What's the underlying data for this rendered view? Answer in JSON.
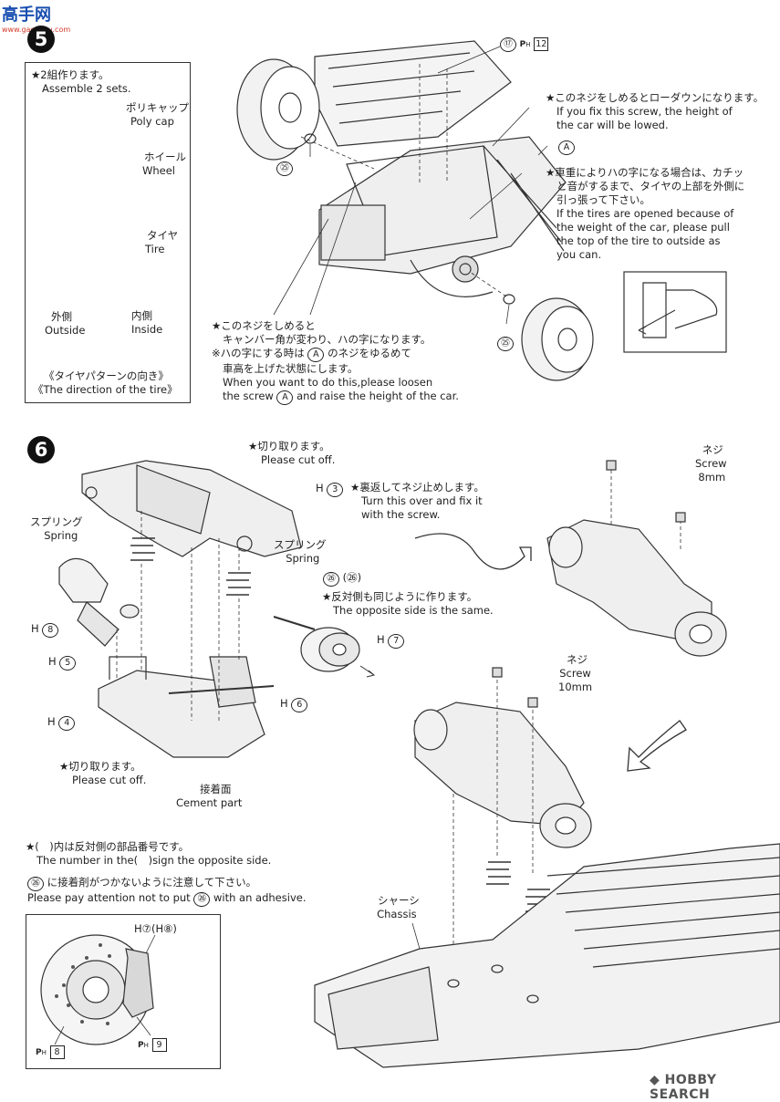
{
  "watermark_top": {
    "text": "高手网",
    "sub": "www.gaoshou.com"
  },
  "watermark_bottom": {
    "text": "HOBBY SEARCH"
  },
  "step5": {
    "number": "5",
    "assemble": [
      "★2組作ります。",
      "Assemble 2 sets."
    ],
    "polycap": [
      "ポリキャップ",
      "Poly cap"
    ],
    "wheel": [
      "ホイール",
      "Wheel"
    ],
    "tire": [
      "タイヤ",
      "Tire"
    ],
    "outside": [
      "外側",
      "Outside"
    ],
    "inside": [
      "内側",
      "Inside"
    ],
    "direction": [
      "《タイヤパターンの向き》",
      "《The direction of the tire》"
    ],
    "part17": "⑰",
    "part17_ref": "12",
    "partA": "A",
    "part25": "㉕",
    "screw_lower": [
      "★このネジをしめるとローダウンになります。",
      "If you fix this screw, the height of",
      "the car will be lowed."
    ],
    "tires_opened": [
      "★車重によりハの字になる場合は、カチッ",
      "と音がするまで、タイヤの上部を外側に",
      "引っ張って下さい。",
      "If the tires are opened because of",
      "the weight of the car, please pull",
      "the top of the tire to outside as",
      "you can."
    ],
    "camber": [
      "★このネジをしめると",
      "キャンバー角が変わり、ハの字になります。",
      "※ハの字にする時は",
      "のネジをゆるめて",
      "車高を上げた状態にします。",
      "When you want to do this,please loosen",
      "the screw",
      "and raise the height of the car."
    ]
  },
  "step6": {
    "number": "6",
    "cutoff_top": [
      "★切り取ります。",
      "Please cut off."
    ],
    "h3": "H",
    "h3_num": "3",
    "turnover": [
      "★裏返してネジ止めします。",
      "Turn this over and fix it",
      "with the screw."
    ],
    "spring_left": [
      "スプリング",
      "Spring"
    ],
    "spring_right": [
      "スプリング",
      "Spring"
    ],
    "part26": "㉖",
    "part26b": "(㉖)",
    "opposite": [
      "★反対側も同じように作ります。",
      "The opposite side is the same."
    ],
    "h8": "8",
    "h5": "5",
    "h7": "7",
    "h4": "4",
    "h6": "6",
    "cutoff_bottom": [
      "★切り取ります。",
      "Please cut off."
    ],
    "cement": [
      "接着面",
      "Cement part"
    ],
    "screw8": [
      "ネジ",
      "Screw",
      "8mm"
    ],
    "screw10": [
      "ネジ",
      "Screw",
      "10mm"
    ],
    "chassis": [
      "シャーシ",
      "Chassis"
    ],
    "note_paren": [
      "★(　)内は反対側の部品番号です。",
      "The number in the(　)sign the opposite side."
    ],
    "note_adhesive_jp": "に接着剤がつかないように注意して下さい。",
    "note_adhesive_en_a": "Please pay attention not to put",
    "note_adhesive_en_b": "with an adhesive.",
    "brake_label": "H⑦(H⑧)",
    "ph8": "8",
    "ph9": "9"
  }
}
